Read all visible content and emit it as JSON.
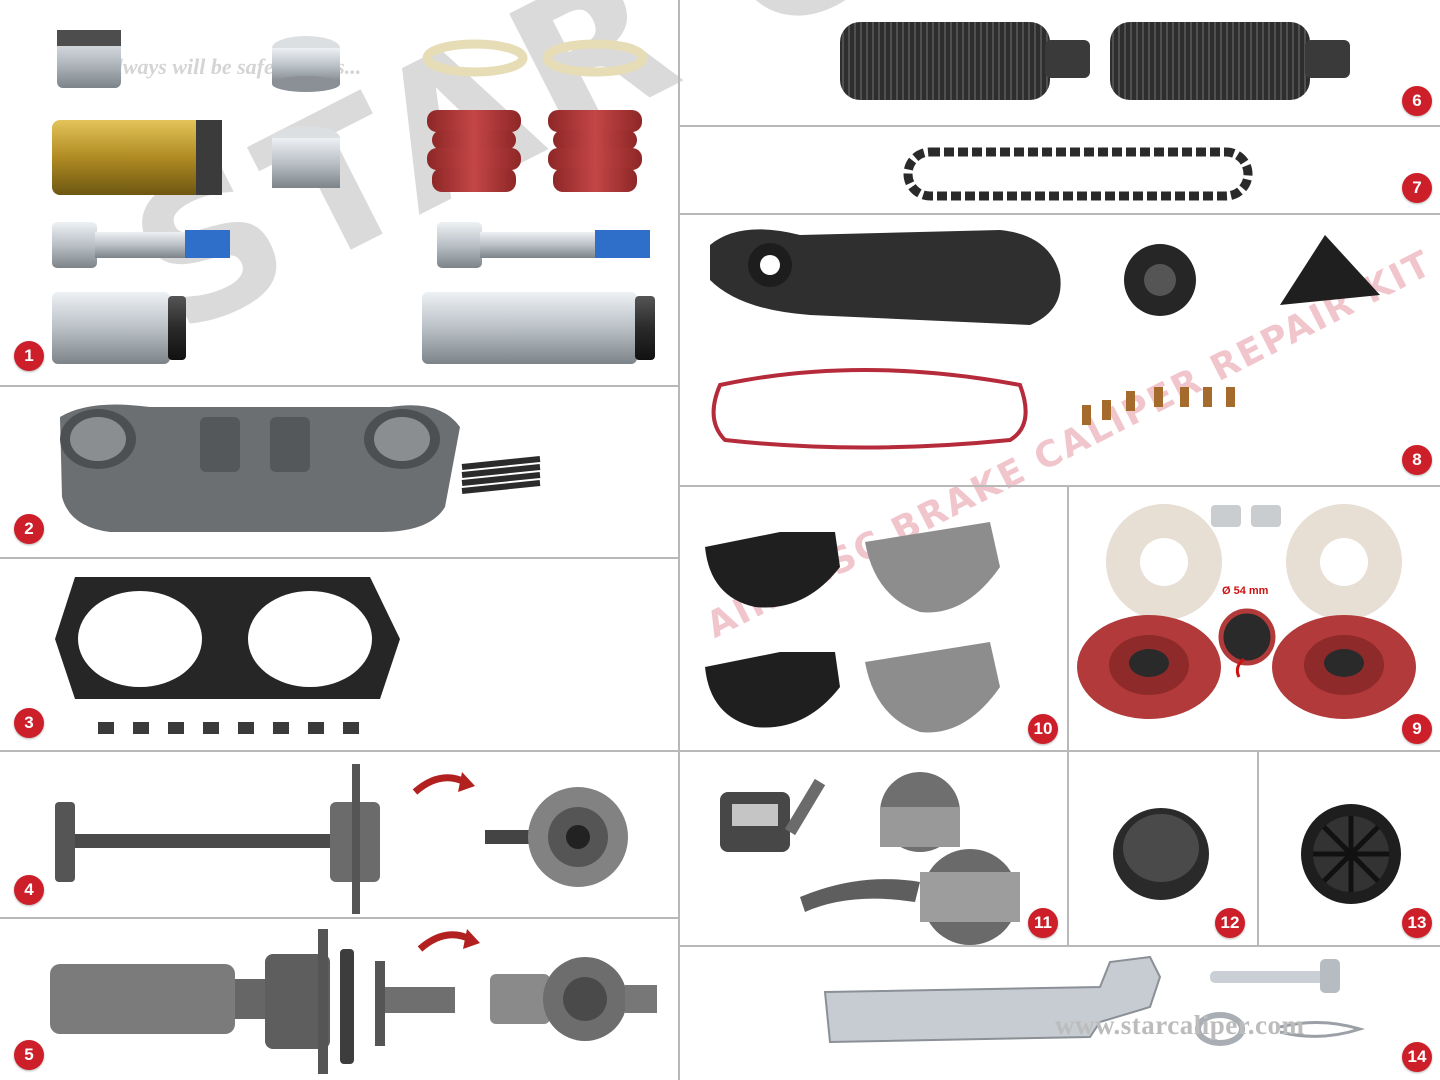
{
  "tagline": "You always will be safe with us...",
  "watermark": {
    "brand": "STAR CALIPER",
    "subtitle": "AIR DISC BRAKE CALIPER REPAIR KIT"
  },
  "website": "www.starcaliper.com",
  "dimension_label": "Ø 54 mm",
  "badges": [
    "1",
    "2",
    "3",
    "4",
    "5",
    "6",
    "7",
    "8",
    "9",
    "10",
    "11",
    "12",
    "13",
    "14"
  ],
  "colors": {
    "badge": "#cc1f2a",
    "grid": "#b8b8b8",
    "rubber_red": "#b93a3a",
    "brass": "#b6962f",
    "steel": "#b9bfc4",
    "black_rubber": "#2a2a2a"
  }
}
